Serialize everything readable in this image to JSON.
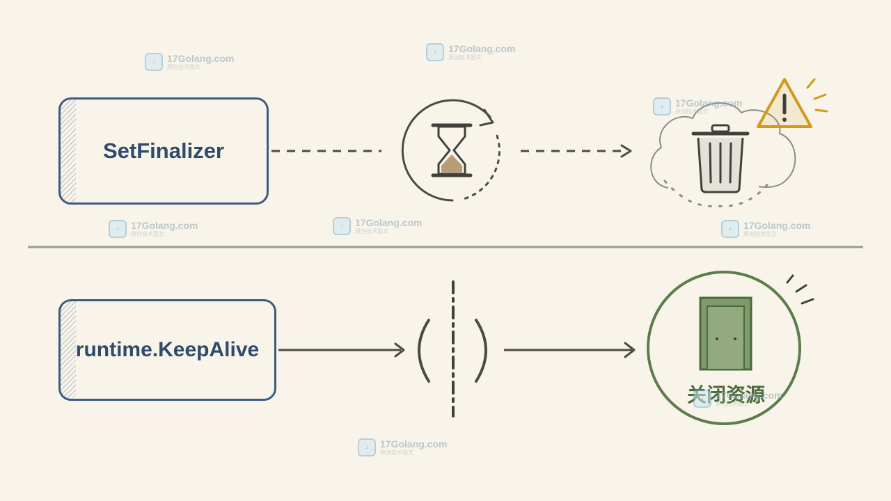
{
  "top_flow": {
    "box_label": "SetFinalizer",
    "middle_icon": "hourglass-icon",
    "end_icons": [
      "trash-can-icon",
      "warning-triangle-icon"
    ]
  },
  "bottom_flow": {
    "box_label": "runtime.KeepAlive",
    "middle_icon": "barrier-parentheses-icon",
    "end_icon": "door-icon",
    "end_label": "关闭资源"
  },
  "watermark": {
    "text": "17Golang.com",
    "subtext": "原创技术图文"
  },
  "colors": {
    "background": "#f8f4ea",
    "box_border": "#3d5a80",
    "ink": "#4a4a48",
    "warning": "#d19a1a",
    "resource_green": "#5b7d4a"
  }
}
